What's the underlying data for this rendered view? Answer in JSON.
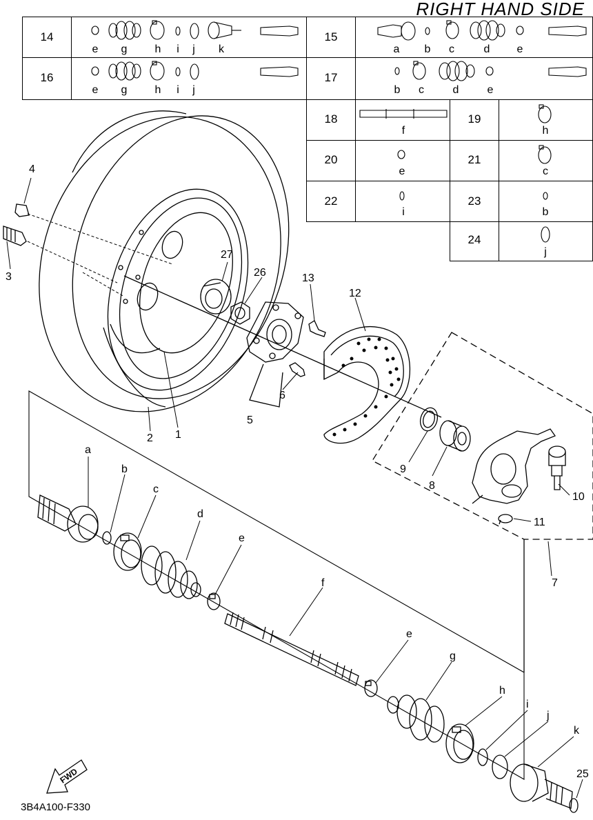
{
  "header": {
    "title": "RIGHT HAND SIDE"
  },
  "footer": {
    "code": "3B4A100-F330",
    "fwd_label": "FWD"
  },
  "kits": {
    "k14": {
      "number": "14",
      "parts": [
        "e",
        "g",
        "h",
        "i",
        "j",
        "k"
      ]
    },
    "k15": {
      "number": "15",
      "parts": [
        "a",
        "b",
        "c",
        "d",
        "e"
      ]
    },
    "k16": {
      "number": "16",
      "parts": [
        "e",
        "g",
        "h",
        "i",
        "j"
      ]
    },
    "k17": {
      "number": "17",
      "parts": [
        "b",
        "c",
        "d",
        "e"
      ]
    },
    "k18": {
      "number": "18",
      "parts": [
        "f"
      ]
    },
    "k19": {
      "number": "19",
      "parts": [
        "h"
      ]
    },
    "k20": {
      "number": "20",
      "parts": [
        "e"
      ]
    },
    "k21": {
      "number": "21",
      "parts": [
        "c"
      ]
    },
    "k22": {
      "number": "22",
      "parts": [
        "i"
      ]
    },
    "k23": {
      "number": "23",
      "parts": [
        "b"
      ]
    },
    "k24": {
      "number": "24",
      "parts": [
        "j"
      ]
    }
  },
  "callouts": {
    "n1": "1",
    "n2": "2",
    "n3": "3",
    "n4": "4",
    "n5": "5",
    "n6": "6",
    "n7": "7",
    "n8": "8",
    "n9": "9",
    "n10": "10",
    "n11": "11",
    "n12": "12",
    "n13": "13",
    "n25": "25",
    "n26": "26",
    "n27": "27",
    "la": "a",
    "lb": "b",
    "lc": "c",
    "ld": "d",
    "le1": "e",
    "lf": "f",
    "le2": "e",
    "lg": "g",
    "lh": "h",
    "li": "i",
    "lj": "j",
    "lk": "k"
  }
}
